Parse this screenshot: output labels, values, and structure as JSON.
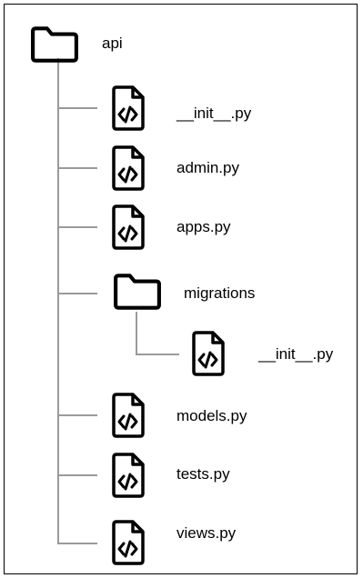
{
  "tree": {
    "root": {
      "name": "api",
      "type": "folder"
    },
    "children": [
      {
        "name": "__init__.py",
        "type": "file"
      },
      {
        "name": "admin.py",
        "type": "file"
      },
      {
        "name": "apps.py",
        "type": "file"
      },
      {
        "name": "migrations",
        "type": "folder",
        "children": [
          {
            "name": "__init__.py",
            "type": "file"
          }
        ]
      },
      {
        "name": "models.py",
        "type": "file"
      },
      {
        "name": "tests.py",
        "type": "file"
      },
      {
        "name": "views.py",
        "type": "file"
      }
    ]
  },
  "icons": {
    "folder": "folder-icon",
    "file": "code-file-icon"
  },
  "colors": {
    "stroke": "#000000",
    "connector": "#9a9a9a",
    "background": "#ffffff"
  }
}
